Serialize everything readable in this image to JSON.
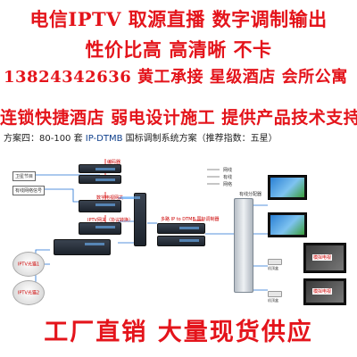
{
  "headlines": {
    "line1": "电信IPTV  取源直播  数字调制输出",
    "line2": "性价比高    高清晰    不卡",
    "line3": "13824342636 黄工承接 星级酒店 会所公寓",
    "line4": "连锁快捷酒店  弱电设计施工  提供产品技术支持",
    "footer": "工厂直销  大量现货供应"
  },
  "scheme": {
    "prefix": "方案四：80-100 套 ",
    "highlight": "IP-DTMB",
    "suffix": " 国标调制系统方案（推荐指数：五星）"
  },
  "diagram": {
    "sources": [
      "卫星节目",
      "有线网络信号"
    ],
    "devices": [
      "编码器",
      "数字电视网关",
      "IPTV网关（协议转换）"
    ],
    "modulator": "多路 IP to DTMB 国标调制器",
    "distributor": "有线分配器",
    "legend": [
      "网线",
      "有线",
      "网络"
    ],
    "clouds": [
      "IPTV光猫1",
      "IPTV光猫2"
    ],
    "endpoints": [
      "模拟电视",
      "模拟电视"
    ],
    "settop": [
      "机顶盒",
      "机顶盒"
    ]
  },
  "colors": {
    "headline_red": "#e4141b",
    "highlight_blue": "#0e3f8c",
    "arrow_red": "#e02020",
    "line_blue": "#1f6fd1"
  }
}
